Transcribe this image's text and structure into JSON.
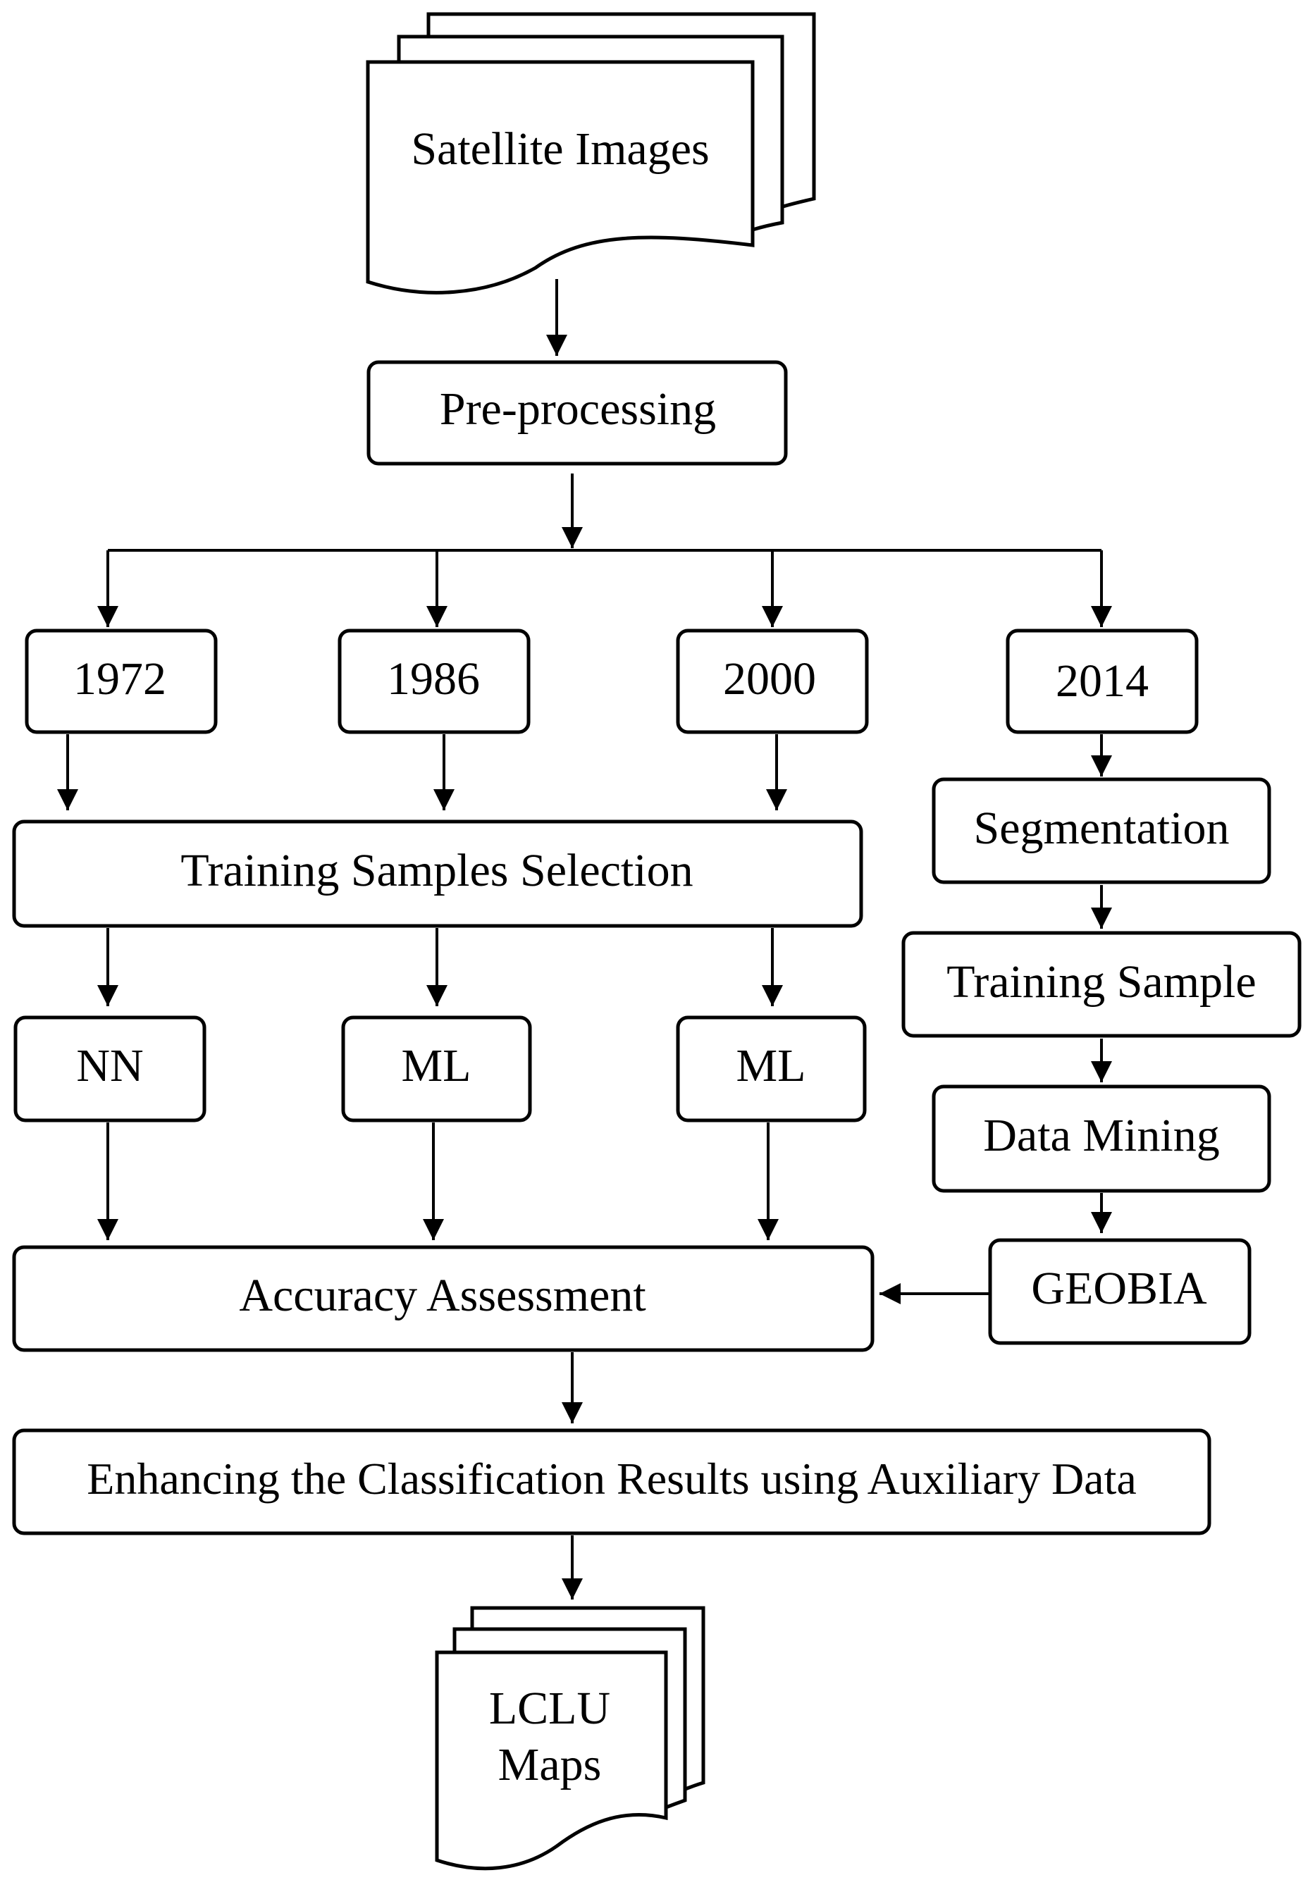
{
  "diagram": {
    "satellite_images": "Satellite Images",
    "pre_processing": "Pre-processing",
    "years": [
      "1972",
      "1986",
      "2000",
      "2014"
    ],
    "training_samples_selection": "Training Samples Selection",
    "segmentation": "Segmentation",
    "training_sample": "Training Sample",
    "methods": [
      "NN",
      "ML",
      "ML"
    ],
    "data_mining": "Data Mining",
    "geobia": "GEOBIA",
    "accuracy_assessment": "Accuracy Assessment",
    "enhancing": "Enhancing the Classification Results using Auxiliary Data",
    "output_line1": "LCLU",
    "output_line2": "Maps",
    "colors": {
      "stroke": "#000000",
      "fill": "#ffffff"
    }
  }
}
